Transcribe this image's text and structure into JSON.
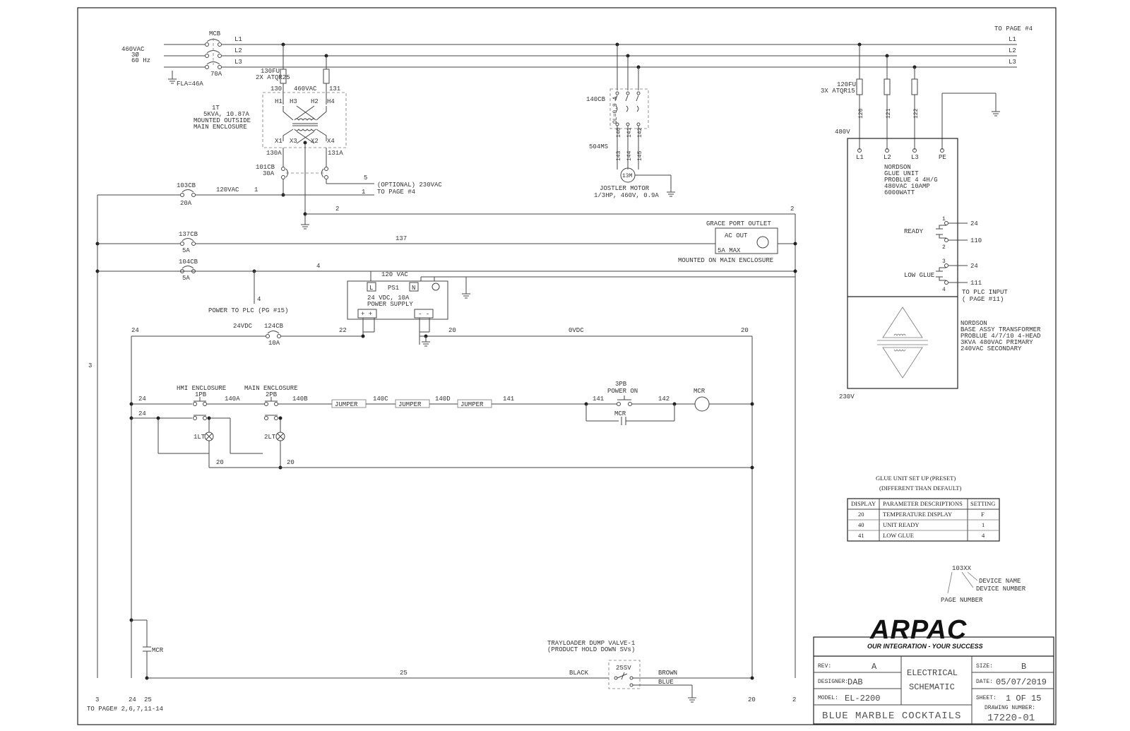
{
  "supply": {
    "voltage": "460VAC",
    "phase": "3Ø",
    "frequency": "60 Hz",
    "main_breaker": "MCB",
    "main_breaker_rating": "70A",
    "fla": "FLA=46A",
    "lines": [
      "L1",
      "L2",
      "L3"
    ],
    "to_page": "TO PAGE #4"
  },
  "transformer": {
    "fuse": "130FU",
    "fuse_spec": "2X ATQR25",
    "wire_in_a": "130",
    "wire_in_b": "131",
    "primary": "460VAC",
    "terminals": [
      "H1",
      "H3",
      "H2",
      "H4",
      "X1",
      "X3",
      "X2",
      "X4"
    ],
    "name": "1T",
    "rating": "5KVA, 10.87A",
    "mount_1": "MOUNTED OUTSIDE",
    "mount_2": "MAIN ENCLOSURE",
    "wire_out_a": "130A",
    "wire_out_b": "131A",
    "breaker": "101CB",
    "breaker_rating": "30A",
    "opt_wire_5": "5",
    "opt_wire_1": "1",
    "optional_label": "(OPTIONAL) 230VAC",
    "optional_to": "TO PAGE #4"
  },
  "circuits": {
    "cb103": "103CB",
    "cb103_rating": "20A",
    "vac120": "120VAC",
    "wire_1": "1",
    "wire_2": "2",
    "cb137": "137CB",
    "cb137_rating": "5A",
    "wire_137": "137",
    "cb104": "104CB",
    "cb104_rating": "5A",
    "wire_4": "4",
    "plc_power": "POWER TO PLC (PG #15)",
    "wire_3": "3"
  },
  "grace_port": {
    "title": "GRACE PORT OUTLET",
    "ac_out": "AC OUT",
    "max": "5A MAX",
    "mounted": "MOUNTED ON MAIN ENCLOSURE"
  },
  "power_supply": {
    "input": "120 VAC",
    "name": "PS1",
    "l": "L",
    "n": "N",
    "desc_1": "24 VDC, 10A",
    "desc_2": "POWER SUPPLY",
    "plus": "+ +",
    "minus": "- -"
  },
  "dc": {
    "wire_24": "24",
    "label_24vdc": "24VDC",
    "breaker": "124CB",
    "breaker_rating": "10A",
    "wire_22": "22",
    "wire_20": "20",
    "label_0vdc": "0VDC"
  },
  "jostler": {
    "breaker": "140CB",
    "ol": "OL=0.9 A",
    "ms": "504MS",
    "wires_top": [
      "140",
      "141",
      "142"
    ],
    "wires_bottom": [
      "143",
      "144",
      "145"
    ],
    "motor": "13M",
    "label": "JOSTLER MOTOR",
    "rating": "1/3HP, 460V, 0.9A"
  },
  "glue_unit": {
    "fuse": "120FU",
    "fuse_spec": "3X ATQR15",
    "wires": [
      "120",
      "121",
      "122"
    ],
    "v480": "480V",
    "terminals": [
      "L1",
      "L2",
      "L3",
      "PE"
    ],
    "desc": [
      "NORDSON",
      "GLUE UNIT",
      "PROBLUE 4 4H/G",
      "480VAC 10AMP",
      "6000WATT"
    ],
    "ready": "READY",
    "low_glue": "LOW GLUE",
    "term_nums": [
      "1",
      "2",
      "3",
      "4"
    ],
    "wire_24": "24",
    "wire_110": "110",
    "wire_111": "111",
    "plc_input_1": "TO PLC INPUT",
    "plc_input_2": "( PAGE #11)",
    "base": [
      "NORDSON",
      "BASE ASSY TRANSFORMER",
      "PROBLUE 4/7/10 4-HEAD",
      "3KVA 480VAC PRIMARY",
      "240VAC SECONDARY"
    ],
    "v230": "230V"
  },
  "estop": {
    "hmi": "HMI ENCLOSURE",
    "main": "MAIN ENCLOSURE",
    "pb1": "1PB",
    "pb2": "2PB",
    "lt1": "1LT",
    "lt2": "2LT",
    "wires": [
      "140A",
      "140B",
      "140C",
      "140D",
      "141",
      "142"
    ],
    "jumper": "JUMPER",
    "pb3": "3PB",
    "power_on": "POWER ON",
    "mcr": "MCR",
    "wire_141": "141"
  },
  "trayloader": {
    "title_1": "TRAYLOADER DUMP VALVE-1",
    "title_2": "(PRODUCT HOLD DOWN SVs)",
    "sv": "25SV",
    "black": "BLACK",
    "brown": "BROWN",
    "blue": "BLUE",
    "wire_25": "25",
    "mcr": "MCR",
    "to_pages": "TO PAGE# 2,6,7,11-14"
  },
  "glue_setup": {
    "title_1": "GLUE UNIT SET UP (PRESET)",
    "title_2": "(DIFFERENT THAN DEFAULT)",
    "headers": [
      "DISPLAY",
      "PARAMETER DESCRIPTIONS",
      "SETTING"
    ],
    "rows": [
      [
        "20",
        "TEMPERATURE DISPLAY",
        "F"
      ],
      [
        "40",
        "UNIT READY",
        "1"
      ],
      [
        "41",
        "LOW GLUE",
        "4"
      ]
    ]
  },
  "legend": {
    "code": "103XX",
    "device_name": "DEVICE NAME",
    "device_number": "DEVICE NUMBER",
    "page_number": "PAGE NUMBER"
  },
  "title_block": {
    "logo": "ARPAC",
    "tagline": "OUR INTEGRATION - YOUR SUCCESS",
    "rev_label": "REV:",
    "rev": "A",
    "designer_label": "DESIGNER:",
    "designer": "DAB",
    "model_label": "MODEL:",
    "model": "EL-2200",
    "title_1": "ELECTRICAL",
    "title_2": "SCHEMATIC",
    "size_label": "SIZE:",
    "size": "B",
    "date_label": "DATE:",
    "date": "05/07/2019",
    "sheet_label": "SHEET:",
    "sheet": "1 OF 15",
    "drawing_label": "DRAWING NUMBER:",
    "drawing": "17220-01",
    "customer": "BLUE MARBLE COCKTAILS"
  }
}
